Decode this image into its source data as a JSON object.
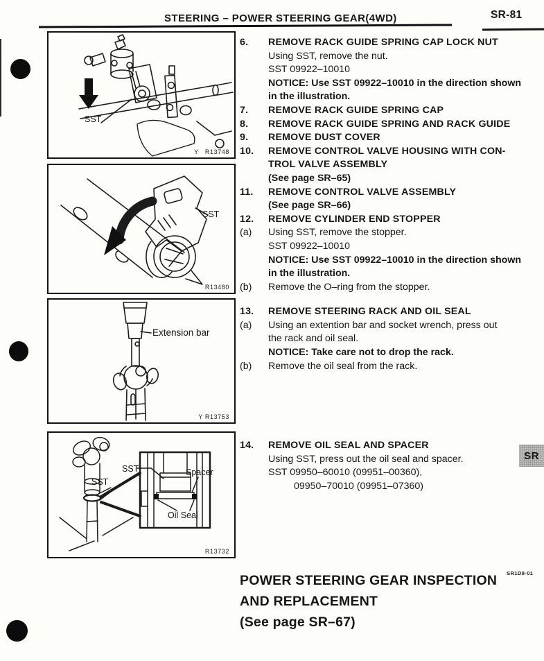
{
  "header": {
    "title": "STEERING – POWER STEERING GEAR(4WD)",
    "page_number": "SR-81"
  },
  "side_tab": "SR",
  "figures": [
    {
      "name": "remove-rack-guide-spring-cap-lock-nut",
      "labels": [
        "SST"
      ],
      "ref": "Y   R13748"
    },
    {
      "name": "remove-cylinder-end-stopper-sst",
      "labels": [
        "SST"
      ],
      "ref": "R13480"
    },
    {
      "name": "press-out-rack-with-extension-bar",
      "labels": [
        "Extension bar"
      ],
      "ref": "Y R13753"
    },
    {
      "name": "press-out-oil-seal-and-spacer",
      "labels": [
        "SST",
        "SST",
        "Spacer",
        "Oil Seal"
      ],
      "ref": "R13732"
    }
  ],
  "instructions": {
    "lines": [
      {
        "label": "6.",
        "text": "REMOVE RACK GUIDE SPRING CAP LOCK NUT",
        "style": "head"
      },
      {
        "text": "Using SST, remove the nut.",
        "style": "body"
      },
      {
        "text": "SST 09922–10010",
        "style": "body"
      },
      {
        "text": "NOTICE: Use SST 09922–10010 in the direction shown",
        "style": "notice"
      },
      {
        "text": "in the illustration.",
        "style": "notice"
      },
      {
        "label": "7.",
        "text": "REMOVE RACK GUIDE SPRING CAP",
        "style": "head"
      },
      {
        "label": "8.",
        "text": "REMOVE RACK GUIDE SPRING AND RACK GUIDE",
        "style": "head"
      },
      {
        "label": "9.",
        "text": "REMOVE DUST COVER",
        "style": "head"
      },
      {
        "label": "10.",
        "text": "REMOVE CONTROL VALVE HOUSING WITH CON-",
        "style": "head"
      },
      {
        "text": "TROL VALVE ASSEMBLY",
        "style": "headcont"
      },
      {
        "text": "(See page SR–65)",
        "style": "notice"
      },
      {
        "label": "11.",
        "text": "REMOVE CONTROL VALVE ASSEMBLY",
        "style": "head"
      },
      {
        "text": "(See page SR–66)",
        "style": "notice"
      },
      {
        "label": "12.",
        "text": "REMOVE CYLINDER END STOPPER",
        "style": "head"
      },
      {
        "label": "(a)",
        "text": "Using SST, remove the stopper.",
        "style": "sub"
      },
      {
        "text": "SST 09922–10010",
        "style": "body"
      },
      {
        "text": "NOTICE: Use SST 09922–10010 in the direction shown",
        "style": "notice"
      },
      {
        "text": "in the illustration.",
        "style": "notice"
      },
      {
        "label": "(b)",
        "text": "Remove the O–ring from the stopper.",
        "style": "sub"
      },
      {
        "label": "13.",
        "text": "REMOVE STEERING RACK AND OIL SEAL",
        "style": "head",
        "gap": 16
      },
      {
        "label": "(a)",
        "text": "Using an extention bar and socket wrench, press out",
        "style": "sub"
      },
      {
        "text": "the rack and oil seal.",
        "style": "body"
      },
      {
        "text": "NOTICE: Take care not to drop the rack.",
        "style": "notice"
      },
      {
        "label": "(b)",
        "text": "Remove the oil seal from the rack.",
        "style": "sub"
      },
      {
        "label": "14.",
        "text": "REMOVE OIL SEAL AND SPACER",
        "style": "head",
        "gap": 95
      },
      {
        "text": "Using SST, press out the oil seal and spacer.",
        "style": "body"
      },
      {
        "text": "SST 09950–60010 (09951–00360),",
        "style": "body"
      },
      {
        "text": "09950–70010 (09951–07360)",
        "style": "body2"
      }
    ]
  },
  "footer": {
    "line1": "POWER STEERING GEAR INSPECTION",
    "code": "SR1D8-01",
    "line2": "AND REPLACEMENT",
    "line3": "(See page SR–67)"
  }
}
